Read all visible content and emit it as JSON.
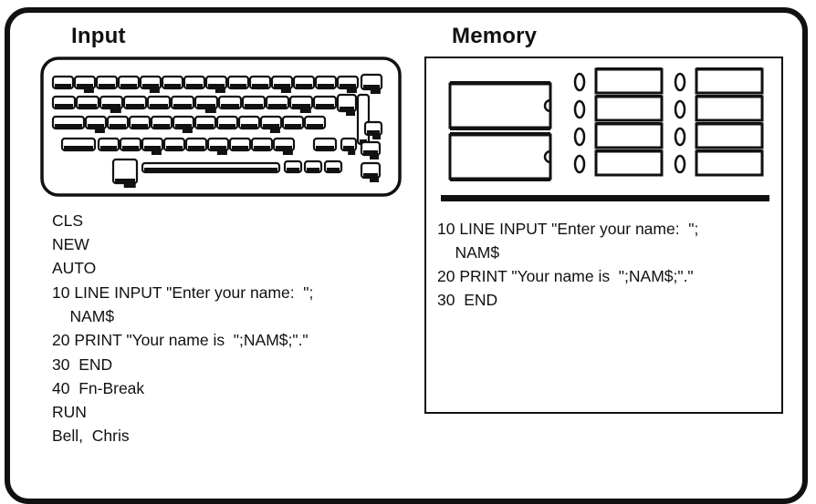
{
  "input": {
    "heading": "Input",
    "lines": [
      "CLS",
      "NEW",
      "AUTO",
      "10 LINE INPUT \"Enter your name:  \";",
      "    NAM$",
      "20 PRINT \"Your name is  \";NAM$;\".\"",
      "30  END",
      "40  Fn-Break",
      "RUN",
      "Bell,  Chris"
    ]
  },
  "memory": {
    "heading": "Memory",
    "lines": [
      "10 LINE INPUT \"Enter your name:  \";",
      "    NAM$",
      "20 PRINT \"Your name is  \";NAM$;\".\"",
      "30  END"
    ]
  }
}
